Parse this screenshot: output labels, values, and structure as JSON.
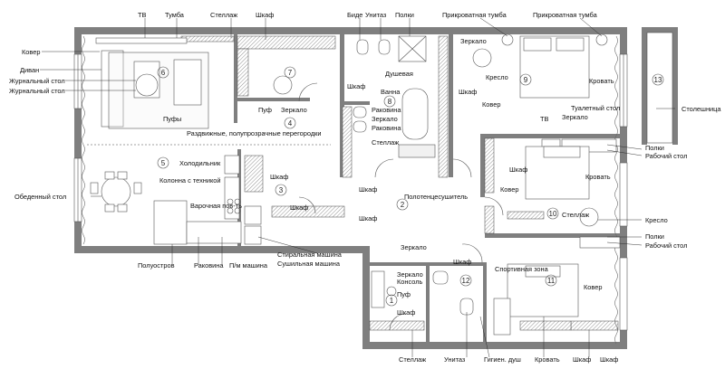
{
  "plan": {
    "rooms": [
      {
        "number": "1"
      },
      {
        "number": "2"
      },
      {
        "number": "3"
      },
      {
        "number": "4"
      },
      {
        "number": "5"
      },
      {
        "number": "6"
      },
      {
        "number": "7"
      },
      {
        "number": "8"
      },
      {
        "number": "9"
      },
      {
        "number": "10"
      },
      {
        "number": "11"
      },
      {
        "number": "12"
      },
      {
        "number": "13"
      }
    ],
    "labels": [
      {
        "text": "ТВ"
      },
      {
        "text": "Тумба"
      },
      {
        "text": "Стеллаж"
      },
      {
        "text": "Шкаф"
      },
      {
        "text": "Биде"
      },
      {
        "text": "Унитаз"
      },
      {
        "text": "Полки"
      },
      {
        "text": "Прикроватная тумба"
      },
      {
        "text": "Прикроватная тумба"
      },
      {
        "text": "Ковер"
      },
      {
        "text": "Диван"
      },
      {
        "text": "Журнальный стол"
      },
      {
        "text": "Журнальный стол"
      },
      {
        "text": "Пуфы"
      },
      {
        "text": "Пуф"
      },
      {
        "text": "Зеркало"
      },
      {
        "text": "Шкаф"
      },
      {
        "text": "Душевая"
      },
      {
        "text": "Ванна"
      },
      {
        "text": "Раковина"
      },
      {
        "text": "Зеркало"
      },
      {
        "text": "Раковина"
      },
      {
        "text": "Стеллаж"
      },
      {
        "text": "Шкаф"
      },
      {
        "text": "Зеркало"
      },
      {
        "text": "Кресло"
      },
      {
        "text": "Ковер"
      },
      {
        "text": "Кровать"
      },
      {
        "text": "Туалетный стол"
      },
      {
        "text": "ТВ"
      },
      {
        "text": "Зеркало"
      },
      {
        "text": "Столешница"
      },
      {
        "text": "Раздвижные, полупрозрачные перегородки"
      },
      {
        "text": "Холодильник"
      },
      {
        "text": "Колонна с техникой"
      },
      {
        "text": "Обеденный стол"
      },
      {
        "text": "Варочная пов-ть"
      },
      {
        "text": "Полуостров"
      },
      {
        "text": "Раковина"
      },
      {
        "text": "П/м машина"
      },
      {
        "text": "Шкаф"
      },
      {
        "text": "Шкаф"
      },
      {
        "text": "Шкаф"
      },
      {
        "text": "Стиральная машина"
      },
      {
        "text": "Сушильная машина"
      },
      {
        "text": "Шкаф"
      },
      {
        "text": "Полотенцесушитель"
      },
      {
        "text": "Шкаф"
      },
      {
        "text": "Ковер"
      },
      {
        "text": "Кровать"
      },
      {
        "text": "Полки"
      },
      {
        "text": "Рабочий стол"
      },
      {
        "text": "Стеллаж"
      },
      {
        "text": "Кресло"
      },
      {
        "text": "Полки"
      },
      {
        "text": "Рабочий стол"
      },
      {
        "text": "Спортивная зона"
      },
      {
        "text": "Зеркало"
      },
      {
        "text": "Шкаф"
      },
      {
        "text": "Зеркало"
      },
      {
        "text": "Консоль"
      },
      {
        "text": "Пуф"
      },
      {
        "text": "Шкаф"
      },
      {
        "text": "Ковер"
      },
      {
        "text": "Стеллаж"
      },
      {
        "text": "Унитаз"
      },
      {
        "text": "Гигиен. душ"
      },
      {
        "text": "Кровать"
      },
      {
        "text": "Шкаф"
      },
      {
        "text": "Шкаф"
      }
    ]
  }
}
